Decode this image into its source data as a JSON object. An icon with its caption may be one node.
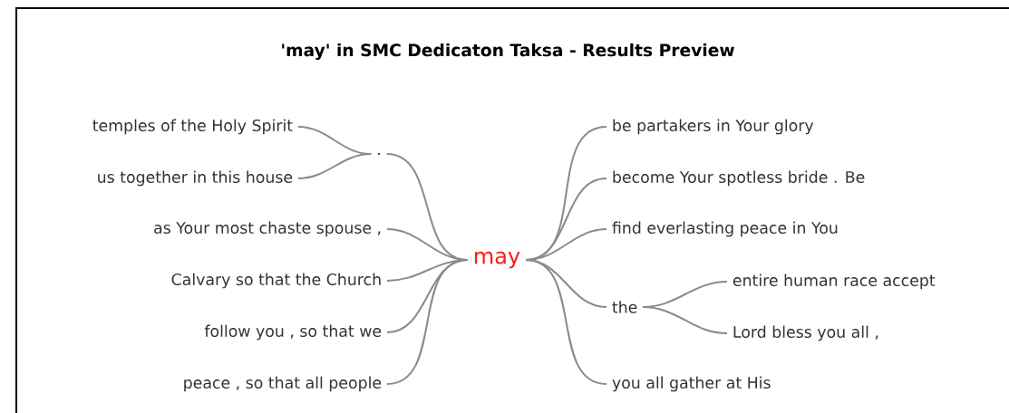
{
  "diagram": {
    "title": "'may' in SMC Dedicaton Taksa - Results Preview",
    "nodes": [
      {
        "text": [
          "temples of the Holy Spirit"
        ]
      },
      {
        "text": [
          "us together in this house"
        ]
      },
      {
        "text": [
          "."
        ]
      },
      {
        "text": [
          "as Your most chaste spouse ,"
        ]
      },
      {
        "text": [
          "Calvary so that the Church"
        ]
      },
      {
        "text": [
          "follow you , so that we"
        ]
      },
      {
        "text": [
          "peace , so that all people"
        ]
      },
      {
        "text": [
          "may"
        ]
      },
      {
        "text": [
          "be partakers in Your glory"
        ]
      },
      {
        "text": [
          "become Your spotless bride . Be"
        ]
      },
      {
        "text": [
          "find everlasting peace in You"
        ]
      },
      {
        "text": [
          "the"
        ]
      },
      {
        "text": [
          "entire human race accept"
        ]
      },
      {
        "text": [
          "Lord bless you all ,"
        ]
      },
      {
        "text": [
          "you all gather at His"
        ]
      }
    ],
    "edges": [
      {
        "from": 0,
        "to": 2,
        "arrow": "none"
      },
      {
        "from": 1,
        "to": 2,
        "arrow": "none"
      },
      {
        "from": 2,
        "to": 7,
        "arrow": "none"
      },
      {
        "from": 3,
        "to": 7,
        "arrow": "none"
      },
      {
        "from": 4,
        "to": 7,
        "arrow": "none"
      },
      {
        "from": 5,
        "to": 7,
        "arrow": "none"
      },
      {
        "from": 6,
        "to": 7,
        "arrow": "none"
      },
      {
        "from": 7,
        "to": 8,
        "arrow": "none"
      },
      {
        "from": 7,
        "to": 9,
        "arrow": "none"
      },
      {
        "from": 7,
        "to": 10,
        "arrow": "none"
      },
      {
        "from": 7,
        "to": 11,
        "arrow": "none"
      },
      {
        "from": 7,
        "to": 14,
        "arrow": "none"
      },
      {
        "from": 11,
        "to": 12,
        "arrow": "none"
      },
      {
        "from": 11,
        "to": 13,
        "arrow": "none"
      }
    ]
  }
}
